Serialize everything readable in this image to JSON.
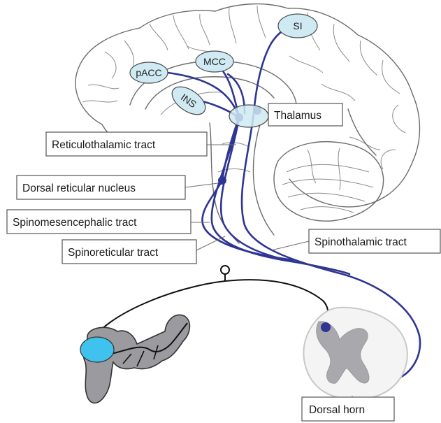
{
  "regions": {
    "si": "SI",
    "mcc": "MCC",
    "pacc": "pACC",
    "ins": "INS"
  },
  "labels": {
    "thalamus": "Thalamus",
    "reticulothalamic_tract": "Reticulothalamic tract",
    "dorsal_reticular_nucleus": "Dorsal reticular nucleus",
    "spinomesencephalic_tract": "Spinomesencephalic tract",
    "spinoreticular_tract": "Spinoreticular tract",
    "spinothalamic_tract": "Spinothalamic tract",
    "dorsal_horn": "Dorsal horn"
  },
  "colors": {
    "tract": "#2e3592",
    "region_fill": "#cfeaf2",
    "ganglion": "#3fc3ee",
    "spinal_gray": "#a9a9ad",
    "neuron_gray": "#9b9b9f"
  }
}
